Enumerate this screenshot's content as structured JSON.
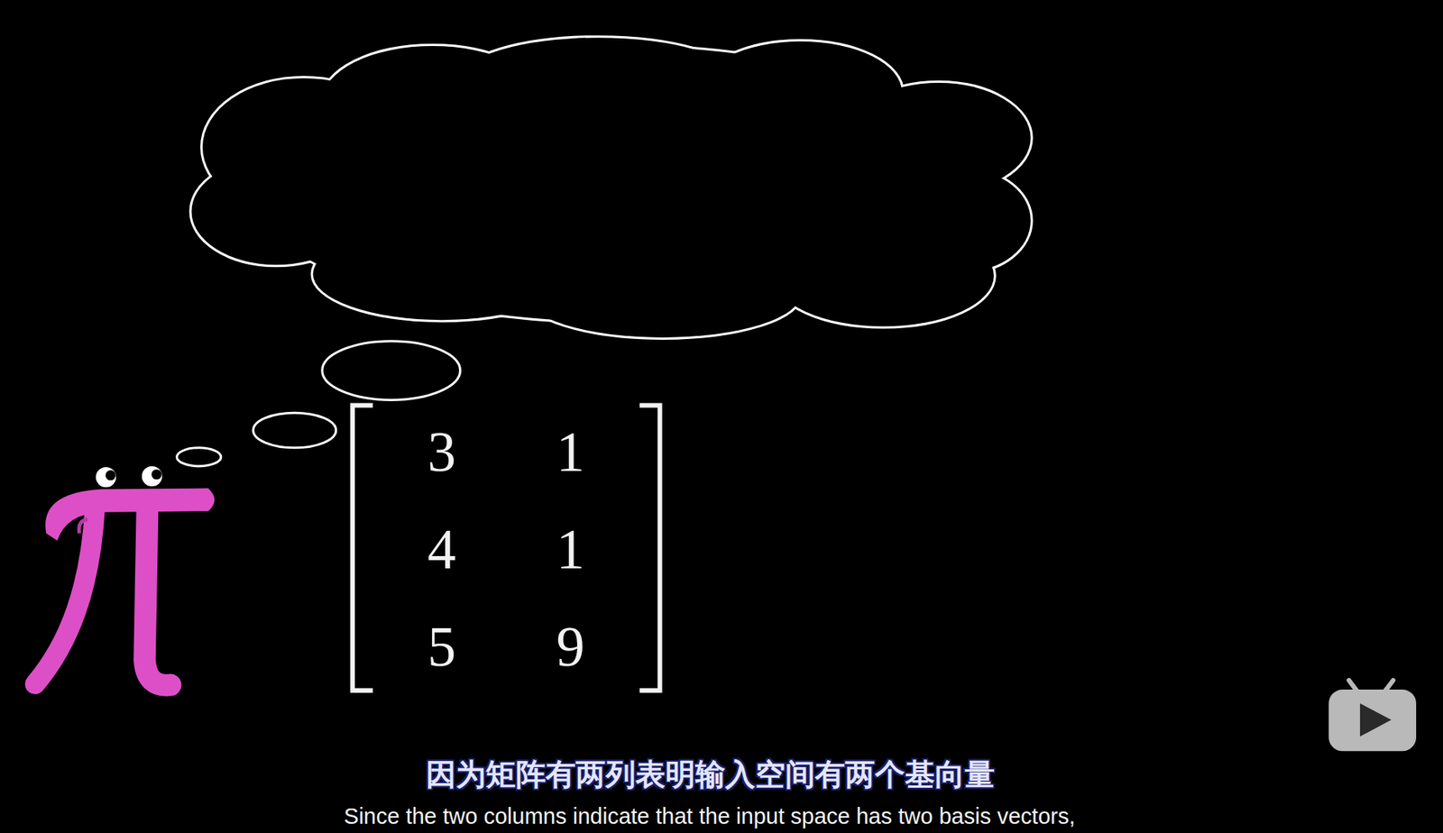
{
  "diagram": {
    "labels": [
      "3",
      "1",
      "4",
      "1",
      "5",
      "9",
      "因为矩阵有两列表明输入空间有两个基向量",
      "Since the two columns indicate that the input space has two basis vectors,"
    ]
  }
}
